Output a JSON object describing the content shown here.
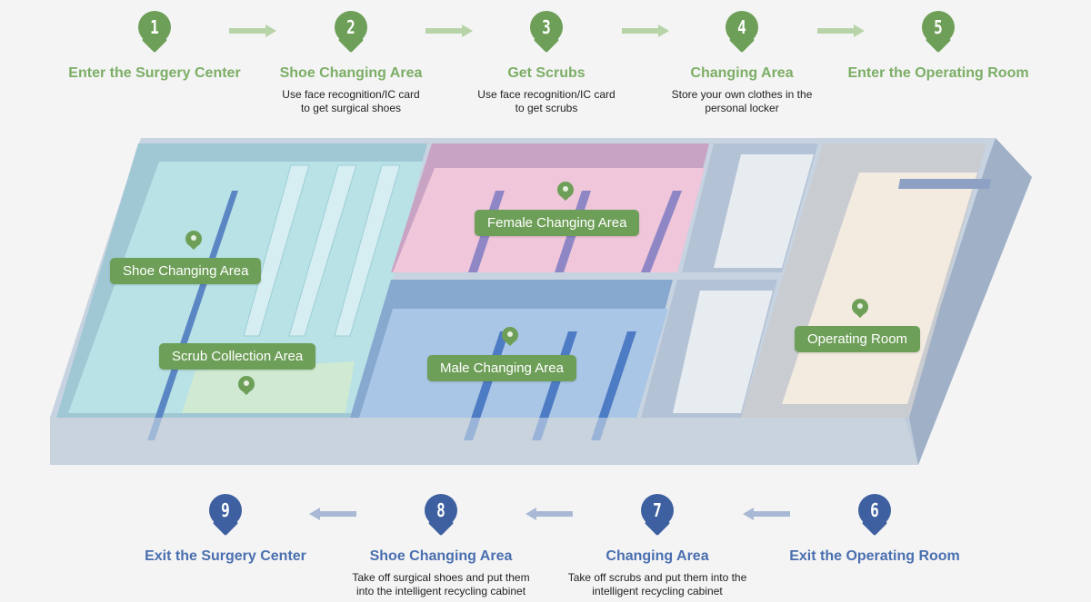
{
  "entry_flow": {
    "color": "#6e9f58",
    "steps": [
      {
        "num": "1",
        "title": "Enter the Surgery Center",
        "desc": ""
      },
      {
        "num": "2",
        "title": "Shoe Changing Area",
        "desc": "Use face recognition/IC card to get surgical shoes"
      },
      {
        "num": "3",
        "title": "Get Scrubs",
        "desc": "Use face recognition/IC card to get scrubs"
      },
      {
        "num": "4",
        "title": "Changing Area",
        "desc": "Store your own clothes in the personal locker"
      },
      {
        "num": "5",
        "title": "Enter the Operating Room",
        "desc": ""
      }
    ]
  },
  "exit_flow": {
    "color": "#3e60a0",
    "steps": [
      {
        "num": "9",
        "title": "Exit the Surgery Center",
        "desc": ""
      },
      {
        "num": "8",
        "title": "Shoe Changing Area",
        "desc": "Take off surgical shoes and put them into the intelligent recycling cabinet"
      },
      {
        "num": "7",
        "title": "Changing Area",
        "desc": "Take off scrubs and put them into the intelligent recycling cabinet"
      },
      {
        "num": "6",
        "title": "Exit the Operating Room",
        "desc": ""
      }
    ]
  },
  "floor_plan": {
    "zones": [
      {
        "label": "Shoe Changing Area",
        "color": "#b9e2e6"
      },
      {
        "label": "Scrub Collection Area",
        "color": "#cfe9d3"
      },
      {
        "label": "Female Changing Area",
        "color": "#efc6da"
      },
      {
        "label": "Male Changing Area",
        "color": "#a9c6e6"
      },
      {
        "label": "Operating Room",
        "color": "#f3ebe0"
      }
    ]
  }
}
